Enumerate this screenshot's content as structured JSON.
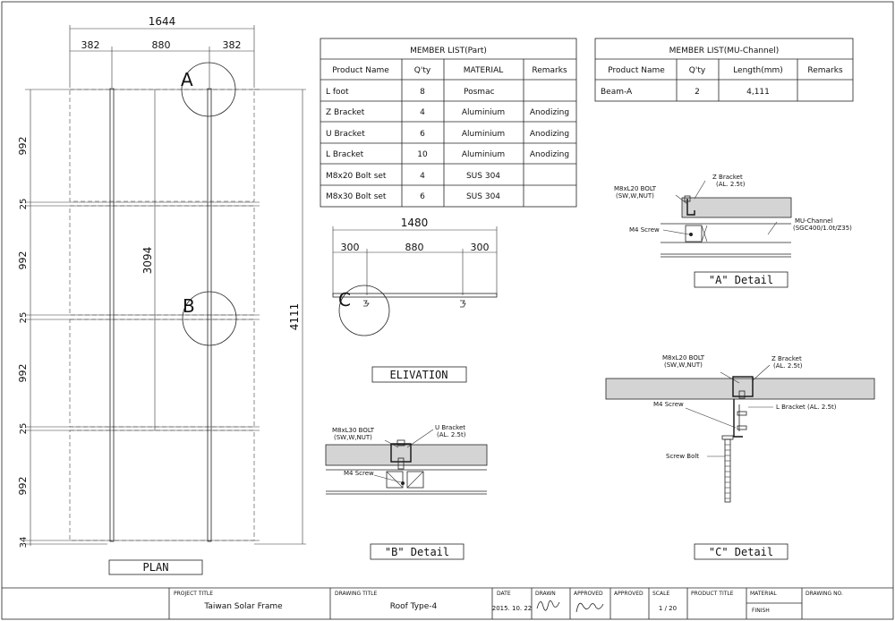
{
  "plan": {
    "label": "PLAN",
    "top_total": "1644",
    "top_segments": [
      "382",
      "880",
      "382"
    ],
    "left_dims": [
      "992",
      "25",
      "992",
      "25",
      "992",
      "25",
      "992",
      "34"
    ],
    "inner_dim": "3094",
    "right_dim": "4111",
    "markers": [
      "A",
      "B"
    ]
  },
  "elevation": {
    "label": "ELIVATION",
    "total": "1480",
    "segments": [
      "300",
      "880",
      "300"
    ],
    "marker": "C"
  },
  "member_part": {
    "title": "MEMBER LIST(Part)",
    "headers": [
      "Product Name",
      "Q'ty",
      "MATERIAL",
      "Remarks"
    ],
    "rows": [
      [
        "L foot",
        "8",
        "Posmac",
        ""
      ],
      [
        "Z Bracket",
        "4",
        "Aluminium",
        "Anodizing"
      ],
      [
        "U Bracket",
        "6",
        "Aluminium",
        "Anodizing"
      ],
      [
        "L Bracket",
        "10",
        "Aluminium",
        "Anodizing"
      ],
      [
        "M8x20 Bolt set",
        "4",
        "SUS 304",
        ""
      ],
      [
        "M8x30 Bolt set",
        "6",
        "SUS 304",
        ""
      ]
    ]
  },
  "member_channel": {
    "title": "MEMBER LIST(MU-Channel)",
    "headers": [
      "Product Name",
      "Q'ty",
      "Length(mm)",
      "Remarks"
    ],
    "rows": [
      [
        "Beam-A",
        "2",
        "4,111",
        ""
      ]
    ]
  },
  "detail_a": {
    "label": "\"A\" Detail",
    "bolt": "M8xL20 BOLT",
    "bolt_sub": "(SW,W,NUT)",
    "bracket": "Z Bracket",
    "bracket_sub": "(AL. 2.5t)",
    "screw": "M4 Screw",
    "channel": "MU-Channel",
    "channel_sub": "(SGC400/1.0t/Z35)"
  },
  "detail_b": {
    "label": "\"B\" Detail",
    "bolt": "M8xL30 BOLT",
    "bolt_sub": "(SW,W,NUT)",
    "bracket": "U Bracket",
    "bracket_sub": "(AL. 2.5t)",
    "screw": "M4 Screw"
  },
  "detail_c": {
    "label": "\"C\" Detail",
    "bolt": "M8xL20 BOLT",
    "bolt_sub": "(SW,W,NUT)",
    "bracket": "Z Bracket",
    "bracket_sub": "(AL. 2.5t)",
    "screw": "M4 Screw",
    "lbracket": "L Bracket (AL. 2.5t)",
    "screwbolt": "Screw Bolt"
  },
  "title_block": {
    "project_title_label": "PROJECT  TITLE",
    "project_title": "Taiwan Solar Frame",
    "drawing_title_label": "DRAWING  TITLE",
    "drawing_title": "Roof Type-4",
    "date_label": "DATE",
    "date": "2015. 10. 22",
    "drawn_label": "DRAWN",
    "approved_label": "APPROVED",
    "approved2_label": "APPROVED",
    "scale_label": "SCALE",
    "scale": "1 / 20",
    "product_title_label": "PRODUCT  TITLE",
    "material_label": "MATERIAL",
    "material": "FINISH",
    "drawing_no_label": "DRAWING NO."
  }
}
